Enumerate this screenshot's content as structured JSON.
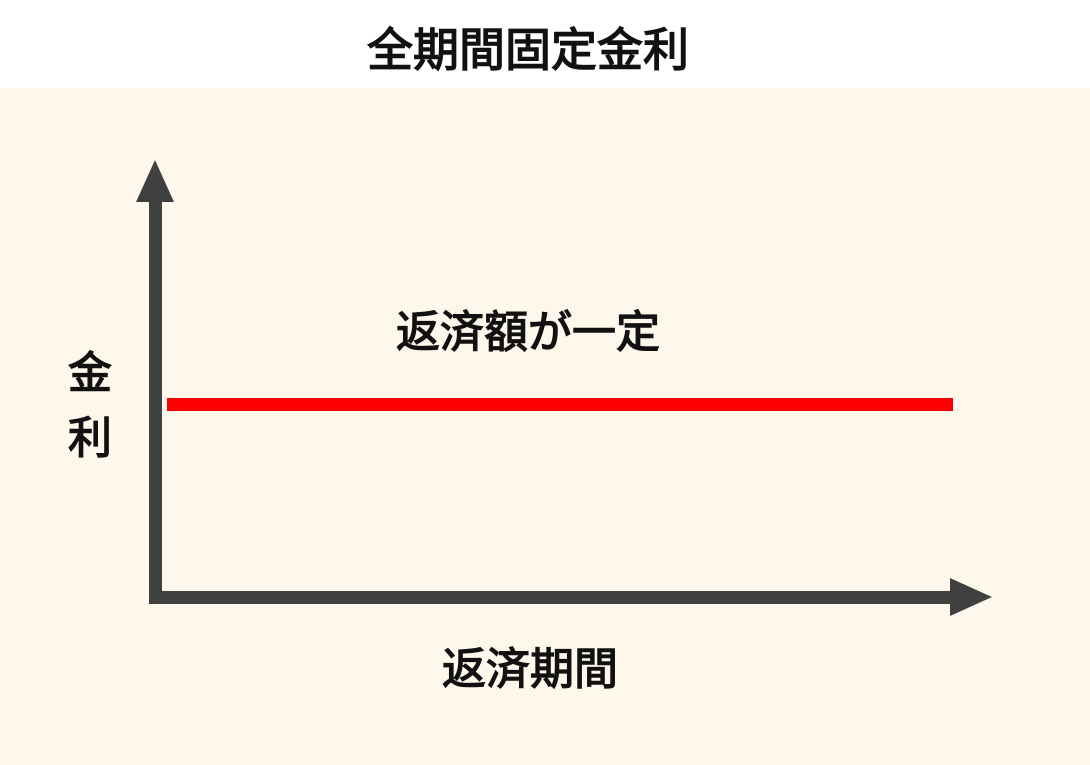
{
  "title": "全期間固定金利",
  "annotation": "返済額が一定",
  "y_axis_label": [
    "金",
    "利"
  ],
  "x_axis_label": "返済期間",
  "colors": {
    "axis": "#404040",
    "rate_line": "#ff0000",
    "background": "#fdf8eb"
  }
}
